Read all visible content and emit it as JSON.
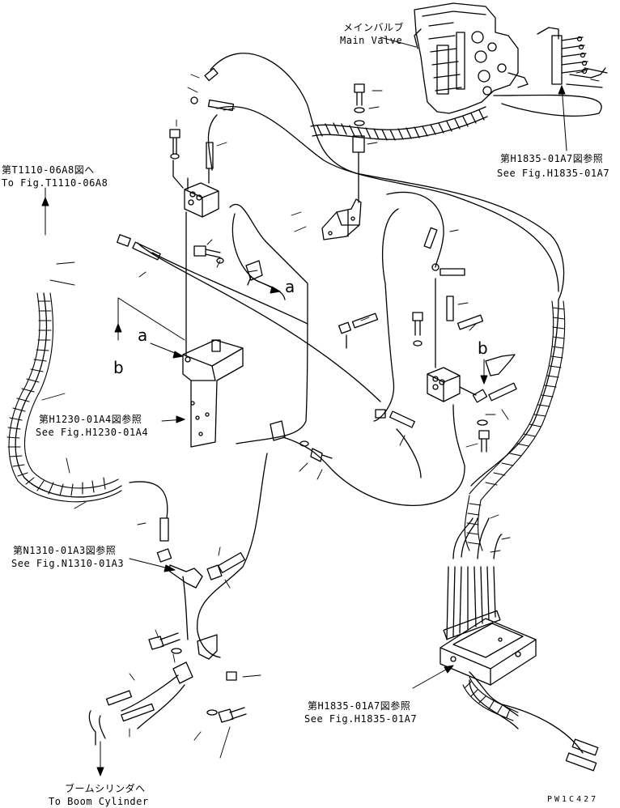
{
  "callouts": {
    "main_valve_jp": "メインバルブ",
    "main_valve_en": "Main Valve",
    "t1110_jp": "第T1110-06A8図へ",
    "t1110_en": "To Fig.T1110-06A8",
    "h1835_top_jp": "第H1835-01A7図参照",
    "h1835_top_en": "See Fig.H1835-01A7",
    "h1230_jp": "第H1230-01A4図参照",
    "h1230_en": "See Fig.H1230-01A4",
    "n1310_jp": "第N1310-01A3図参照",
    "n1310_en": "See Fig.N1310-01A3",
    "h1835_bot_jp": "第H1835-01A7図参照",
    "h1835_bot_en": "See Fig.H1835-01A7",
    "boom_jp": "ブームシリンダへ",
    "boom_en": "To Boom Cylinder"
  },
  "markers": {
    "a1": "a",
    "a2": "a",
    "b1": "b",
    "b2": "b"
  },
  "drawing_code": "PW1C427"
}
